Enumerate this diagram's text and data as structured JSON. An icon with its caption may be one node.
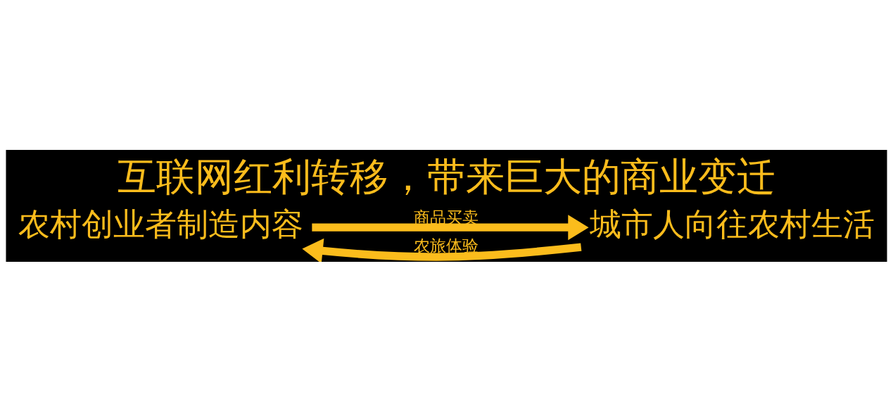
{
  "diagram": {
    "title": "互联网红利转移，带来巨大的商业变迁",
    "nodes": [
      {
        "text": [
          "农村创业者制造内容"
        ]
      },
      {
        "text": [
          "城市人向往农村生活"
        ]
      }
    ],
    "edges": [
      {
        "from": 0,
        "to": 1,
        "arrow": "to",
        "label": "商品买卖"
      },
      {
        "from": 1,
        "to": 0,
        "arrow": "to",
        "label": "农旅体验"
      }
    ]
  }
}
